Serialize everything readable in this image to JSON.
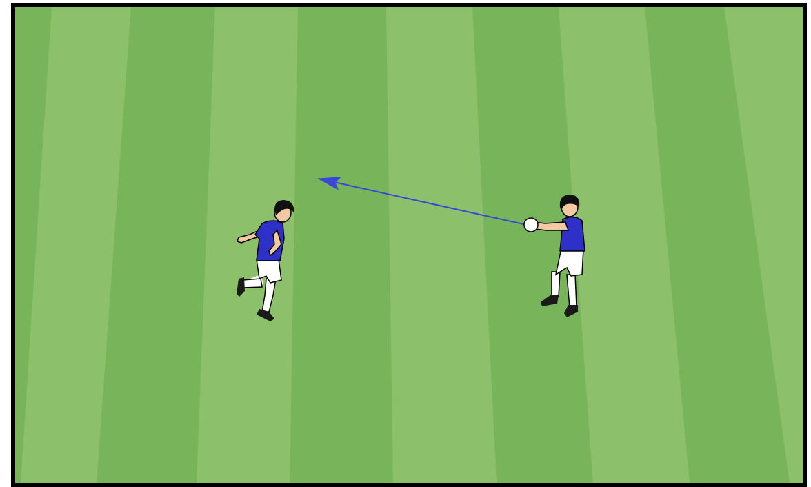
{
  "diagram": {
    "type": "soccer-drill",
    "surface": "grass-pitch-striped",
    "colors": {
      "grass_light": "#8dc06a",
      "grass_dark": "#78b55a",
      "border": "#000000",
      "jersey": "#2e31c8",
      "shorts": "#ffffff",
      "socks": "#ffffff",
      "boots": "#1a1a1a",
      "skin": "#f2c9a2",
      "hair": "#111111",
      "ball": "#ffffff",
      "pass_arrow": "#3a46d6"
    },
    "players": [
      {
        "id": "receiver",
        "team_color": "blue",
        "action": "running"
      },
      {
        "id": "server",
        "team_color": "blue",
        "action": "throwing-ball",
        "has_ball": true
      }
    ],
    "movements": [
      {
        "type": "pass",
        "from": "server",
        "direction": "left",
        "style": "solid-arrow"
      }
    ]
  }
}
